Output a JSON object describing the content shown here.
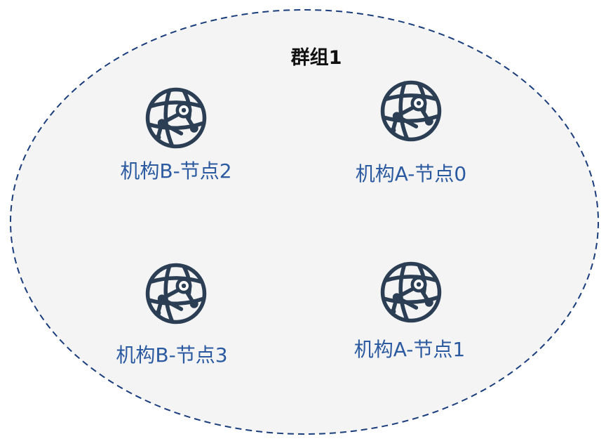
{
  "group": {
    "title": "群组1",
    "border_color": "#1a3d7c",
    "fill_color": "#f4f4f5"
  },
  "nodes": [
    {
      "label": "机构B-节点2",
      "icon": "globe-network-icon"
    },
    {
      "label": "机构A-节点0",
      "icon": "globe-network-icon"
    },
    {
      "label": "机构B-节点3",
      "icon": "globe-network-icon"
    },
    {
      "label": "机构A-节点1",
      "icon": "globe-network-icon"
    }
  ],
  "colors": {
    "icon": "#2b3e54",
    "label": "#2c5aa0"
  }
}
